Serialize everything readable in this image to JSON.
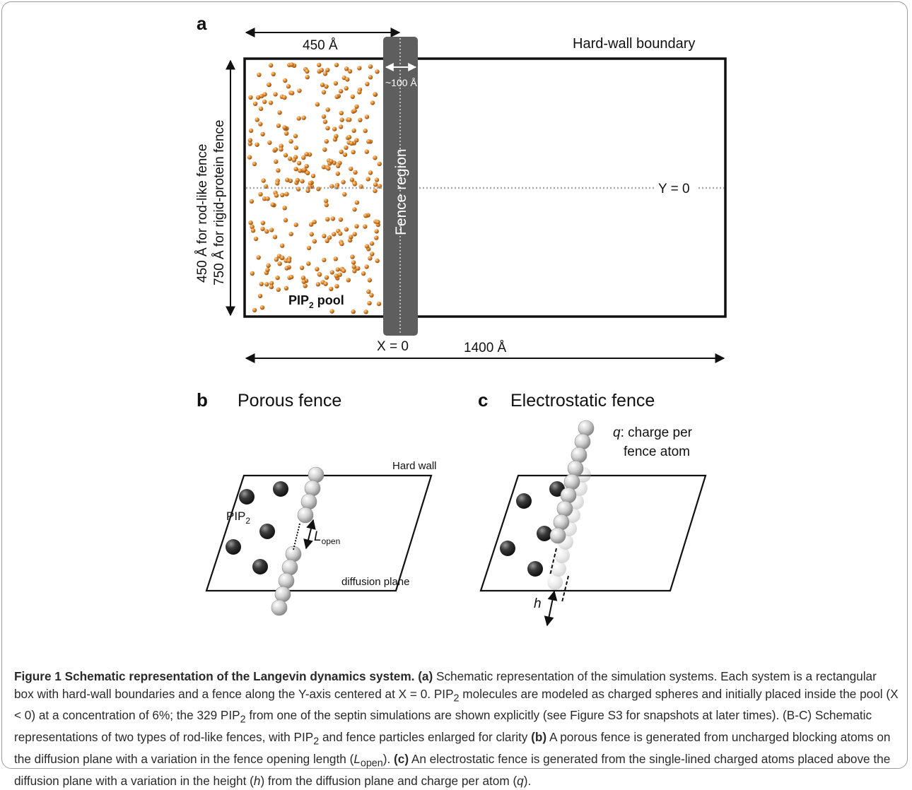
{
  "panel_a": {
    "label": "a",
    "width_label": "450 Å",
    "boundary_label": "Hard-wall boundary",
    "fence_width_label": "~100 Å",
    "fence_label": "Fence region",
    "y_label": "Y = 0",
    "height_label_1": "450 Å for rod-like fence",
    "height_label_2": "750 Å for rigid-protein fence",
    "pool_label": "PIP",
    "pool_sub": "2",
    "pool_suffix": " pool",
    "x_label": "X = 0",
    "length_label": "1400 Å",
    "colors": {
      "particle": "#d9822b",
      "fence": "#5e5e5e"
    }
  },
  "panel_b": {
    "label": "b",
    "title": "Porous fence",
    "hard_wall": "Hard wall",
    "pip_label": "PIP",
    "pip_sub": "2",
    "l_label": "L",
    "l_sub": "open",
    "plane_label": "diffusion plane"
  },
  "panel_c": {
    "label": "c",
    "title": "Electrostatic fence",
    "q_label": "q",
    "q_text1": ": charge per",
    "q_text2": "fence atom",
    "h_label": "h"
  },
  "caption": {
    "title": "Figure 1 Schematic representation of the Langevin dynamics system.",
    "a_tag": "(a)",
    "a_text1": " Schematic representation of the simulation systems. Each system is a rectangular box with hard-wall boundaries and a fence along the Y-axis centered at X = 0. PIP",
    "sub1": "2",
    "a_text2": " molecules are modeled as charged spheres and initially placed inside the pool (X < 0) at a concentration of 6%; the 329 PIP",
    "sub2": "2",
    "a_text3": " from one of the septin simulations are shown explicitly (see Figure S3 for snapshots at later times). (B-C) Schematic representations of two types of rod-like fences, with PIP",
    "sub3": "2",
    "a_text4": " and fence particles enlarged for clarity ",
    "b_tag": "(b)",
    "b_text1": " A porous fence is generated from uncharged blocking atoms on the diffusion plane with a variation in the fence opening length (",
    "b_l": "L",
    "b_sub": "open",
    "b_text2": "). ",
    "c_tag": "(c)",
    "c_text1": " An electrostatic fence is generated from the single-lined charged atoms placed above the diffusion plane with a variation in the height (",
    "c_h": "h",
    "c_text2": ") from the diffusion plane and charge per atom (",
    "c_q": "q",
    "c_text3": ")."
  }
}
